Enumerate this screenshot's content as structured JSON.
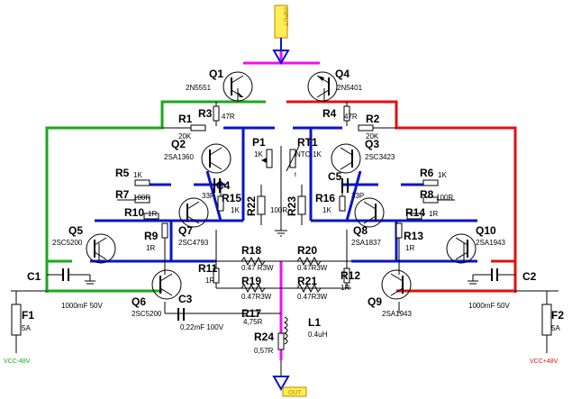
{
  "colors": {
    "positive_rail": "#e01010",
    "negative_rail": "#1aa81a",
    "drive": "#0a14c8",
    "signal": "#ee10ee"
  },
  "ports": {
    "input": "INPUT",
    "output": "OUT",
    "vcc_pos": "VCC+48V",
    "vcc_neg": "VCC-48V"
  },
  "transistors": [
    {
      "ref": "Q1",
      "part": "2N5551"
    },
    {
      "ref": "Q4",
      "part": "2N5401"
    },
    {
      "ref": "Q2",
      "part": "2SA1360"
    },
    {
      "ref": "Q3",
      "part": "2SC3423"
    },
    {
      "ref": "Q7",
      "part": "2SC4793"
    },
    {
      "ref": "Q8",
      "part": "2SA1837"
    },
    {
      "ref": "Q5",
      "part": "2SC5200"
    },
    {
      "ref": "Q10",
      "part": "2SA1943"
    },
    {
      "ref": "Q6",
      "part": "2SC5200"
    },
    {
      "ref": "Q9",
      "part": "2SA1943"
    }
  ],
  "resistors": [
    {
      "ref": "R1",
      "value": "20K"
    },
    {
      "ref": "R2",
      "value": "20K"
    },
    {
      "ref": "R3",
      "value": "47R"
    },
    {
      "ref": "R4",
      "value": "47R"
    },
    {
      "ref": "R5",
      "value": "1K"
    },
    {
      "ref": "R6",
      "value": "1K"
    },
    {
      "ref": "R7",
      "value": "100R"
    },
    {
      "ref": "R8",
      "value": "100R"
    },
    {
      "ref": "R9",
      "value": "1R"
    },
    {
      "ref": "R10",
      "value": "1R"
    },
    {
      "ref": "R11",
      "value": "1R"
    },
    {
      "ref": "R12",
      "value": "1R"
    },
    {
      "ref": "R13",
      "value": "1R"
    },
    {
      "ref": "R14",
      "value": "1R"
    },
    {
      "ref": "R15",
      "value": "1K"
    },
    {
      "ref": "R16",
      "value": "1K"
    },
    {
      "ref": "R17",
      "value": "4,75R"
    },
    {
      "ref": "R18",
      "value": "0.47 R3W"
    },
    {
      "ref": "R19",
      "value": "0.47R3W"
    },
    {
      "ref": "R20",
      "value": "0.47R3W"
    },
    {
      "ref": "R21",
      "value": "0.47R3W"
    },
    {
      "ref": "R22",
      "value": "100R"
    },
    {
      "ref": "R23",
      "value": ""
    },
    {
      "ref": "R24",
      "value": "0,57R"
    }
  ],
  "capacitors": [
    {
      "ref": "C1",
      "value": "1000mF 50V"
    },
    {
      "ref": "C2",
      "value": "1000mF 50V"
    },
    {
      "ref": "C3",
      "value": "0,22mF 100V"
    },
    {
      "ref": "C4",
      "value": "33P"
    },
    {
      "ref": "C5",
      "value": "33P"
    }
  ],
  "others": [
    {
      "ref": "P1",
      "value": "1K"
    },
    {
      "ref": "RT1",
      "value": "NTC-1K"
    },
    {
      "ref": "L1",
      "value": "0.4uH"
    },
    {
      "ref": "F1",
      "value": "5A"
    },
    {
      "ref": "F2",
      "value": "5A"
    }
  ],
  "symbols": {
    "thermal_t": "t"
  }
}
